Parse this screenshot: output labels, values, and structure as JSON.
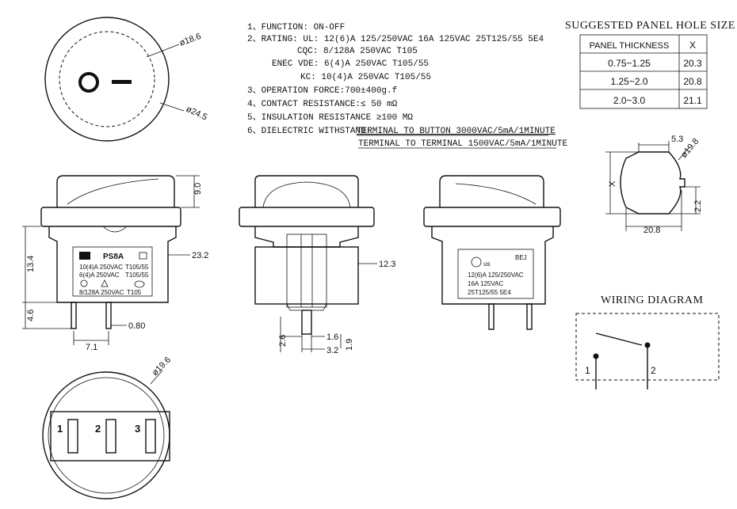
{
  "specs": [
    "1、FUNCTION: ON-OFF",
    "2、RATING:   UL: 12(6)A 125/250VAC 16A 125VAC   25T125/55   5E4",
    "CQC: 8/128A 250VAC T105",
    "ENEC VDE: 6(4)A 250VAC T105/55",
    "KC: 10(4)A 250VAC T105/55",
    "3、OPERATION FORCE:700±400g.f",
    "4、CONTACT RESISTANCE:≤ 50 mΩ",
    "5、INSULATION RESISTANCE ≥100 MΩ",
    "6、DIELECTRIC WITHSTAND:",
    "TERMINAL TO BUTTON 3000VAC/5mA/1MINUTE",
    "TERMINAL TO TERMINAL 1500VAC/5mA/1MINUTE"
  ],
  "panel_table": {
    "title": "SUGGESTED PANEL HOLE SIZE",
    "headers": [
      "PANEL THICKNESS",
      "X"
    ],
    "rows": [
      [
        "0.75~1.25",
        "20.3"
      ],
      [
        "1.25~2.0",
        "20.8"
      ],
      [
        "2.0~3.0",
        "21.1"
      ]
    ]
  },
  "dims": {
    "d186": "ø18.6",
    "d245": "ø24.5",
    "h90": "9.0",
    "w232": "23.2",
    "h134": "13.4",
    "h46": "4.6",
    "w080": "0.80",
    "w71": "7.1",
    "w123": "12.3",
    "w26": "2.6",
    "w16": "1.6",
    "w32": "3.2",
    "h19": "1.9",
    "d196": "ø19.6",
    "w53": "5.3",
    "d198": "ø19.8",
    "x": "X",
    "h22": "2.2",
    "w208": "20.8"
  },
  "front_label": {
    "brand": "PS8A",
    "r1a": "10(4)A 250VAC",
    "r1b": "T105/55",
    "r2a": "6(4)A 250VAC",
    "r2b": "T105/55",
    "r4a": "8/128A 250VAC",
    "r4b": "T105"
  },
  "side_label": {
    "ul": "us",
    "bej": "BEJ",
    "l1": "12(6)A  125/250VAC",
    "l2": "16A  125VAC",
    "l3": "25T125/55  5E4"
  },
  "pins": [
    "1",
    "2",
    "3"
  ],
  "wiring": {
    "title": "WIRING DIAGRAM",
    "t1": "1",
    "t2": "2"
  }
}
